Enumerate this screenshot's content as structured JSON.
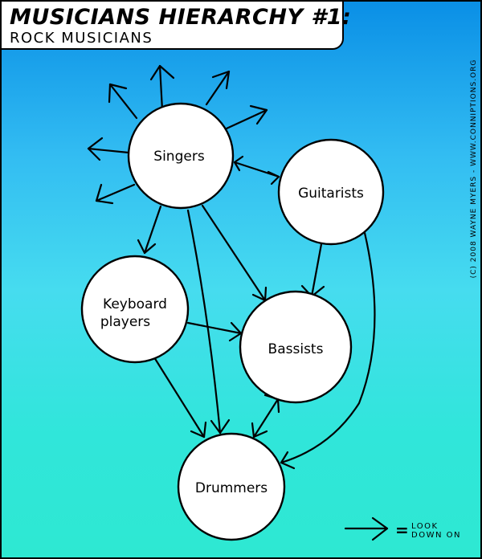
{
  "title": {
    "line1": "MUSICIANS HIERARCHY #1:",
    "line2": "ROCK MUSICIANS"
  },
  "credit": "(C) 2008 WAYNE MYERS - WWW.CONNIPTIONS.ORG",
  "nodes": {
    "singers": "Singers",
    "guitarists": "Guitarists",
    "keyboard_line1": "Keyboard",
    "keyboard_line2": "players",
    "bassists": "Bassists",
    "drummers": "Drummers"
  },
  "legend": {
    "equals": "=",
    "line1": "LOOK",
    "line2": "DOWN ON"
  },
  "relations": [
    {
      "from": "Singers",
      "to": "Guitarists",
      "type": "mutual"
    },
    {
      "from": "Singers",
      "to": "Keyboard players",
      "type": "looks-down-on"
    },
    {
      "from": "Singers",
      "to": "Bassists",
      "type": "looks-down-on"
    },
    {
      "from": "Singers",
      "to": "Drummers",
      "type": "looks-down-on"
    },
    {
      "from": "Singers",
      "to": "everyone else",
      "type": "looks-down-on"
    },
    {
      "from": "Guitarists",
      "to": "Bassists",
      "type": "looks-down-on"
    },
    {
      "from": "Guitarists",
      "to": "Drummers",
      "type": "looks-down-on"
    },
    {
      "from": "Keyboard players",
      "to": "Bassists",
      "type": "looks-down-on"
    },
    {
      "from": "Keyboard players",
      "to": "Drummers",
      "type": "looks-down-on"
    },
    {
      "from": "Bassists",
      "to": "Drummers",
      "type": "mutual"
    }
  ]
}
